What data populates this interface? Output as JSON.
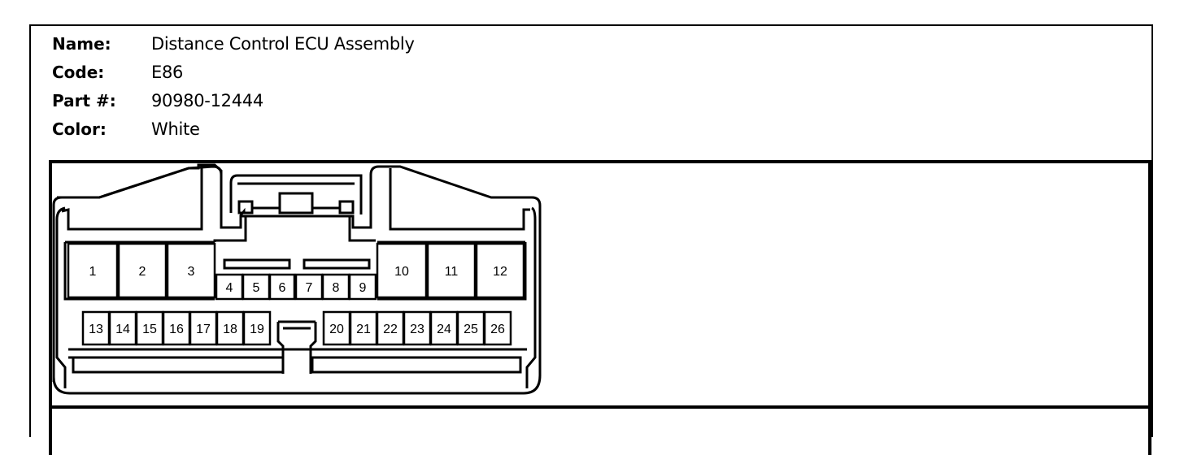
{
  "info": {
    "name_label": "Name:",
    "name_value": "Distance Control ECU Assembly",
    "code_label": "Code:",
    "code_value": "E86",
    "part_label": "Part #:",
    "part_value": "90980-12444",
    "color_label": "Color:",
    "color_value": "White"
  },
  "pins": [
    "1",
    "2",
    "3",
    "4",
    "5",
    "6",
    "7",
    "8",
    "9",
    "10",
    "11",
    "12",
    "13",
    "14",
    "15",
    "16",
    "17",
    "18",
    "19",
    "20",
    "21",
    "22",
    "23",
    "24",
    "25",
    "26"
  ]
}
